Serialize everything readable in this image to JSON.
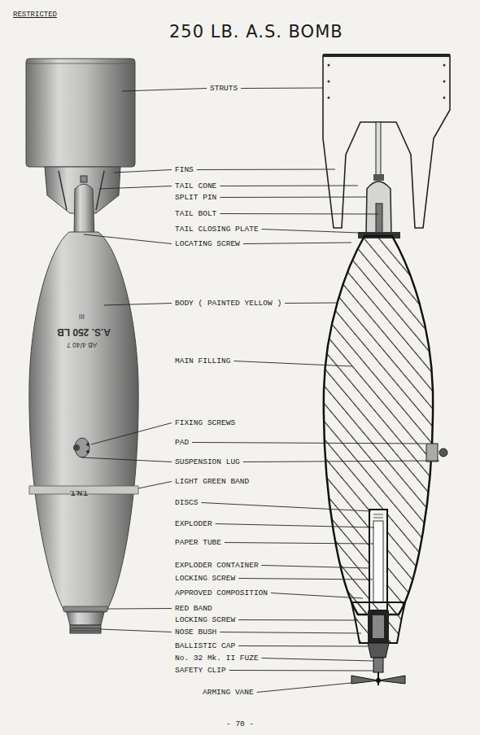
{
  "diagram": {
    "title": "250 LB.  A.S. BOMB",
    "labels": [
      "RESTRICTED",
      "STRUTS",
      "FINS",
      "TAIL CONE",
      "SPLIT PIN",
      "TAIL BOLT",
      "TAIL CLOSING PLATE",
      "LOCATING SCREW",
      "BODY ( PAINTED YELLOW )",
      "MAIN FILLING",
      "FIXING SCREWS",
      "PAD",
      "SUSPENSION LUG",
      "LIGHT GREEN BAND",
      "DISCS",
      "EXPLODER",
      "PAPER TUBE",
      "EXPLODER CONTAINER",
      "LOCKING SCREW",
      "APPROVED COMPOSITION",
      "RED BAND",
      "LOCKING SCREW",
      "NOSE BUSH",
      "BALLISTIC CAP",
      "No. 32 Mk. II FUZE",
      "SAFETY CLIP",
      "ARMING VANE",
      "- 70 -",
      "A.S. 250 LB",
      "III",
      "AB 4/40 7",
      "T.N.T."
    ]
  }
}
